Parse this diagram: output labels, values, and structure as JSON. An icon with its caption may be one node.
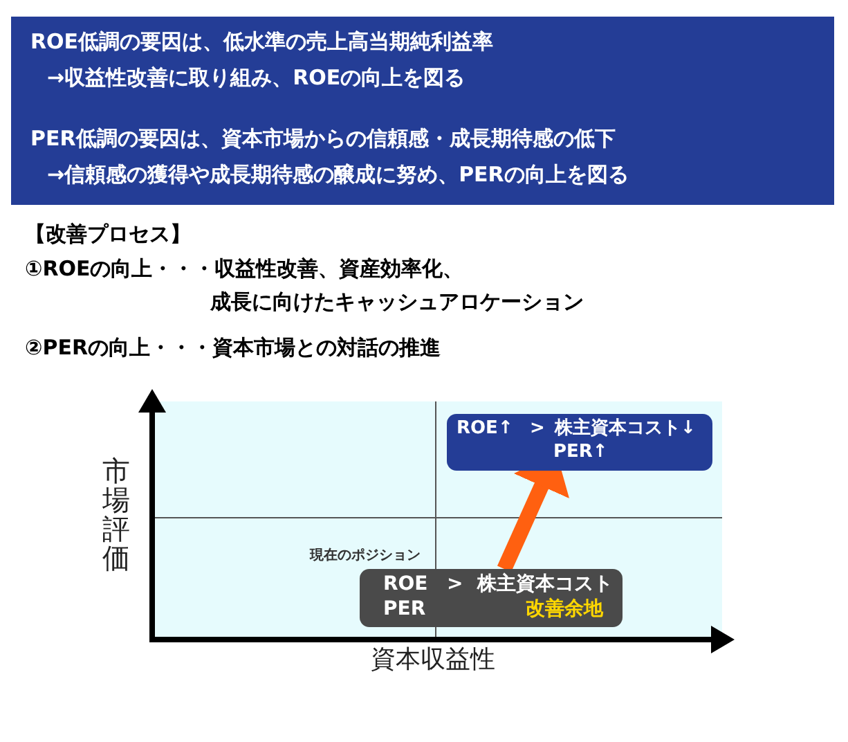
{
  "diagram": {
    "nodes": [
      {
        "text": [
          "ROE低調の要因は、低水準の売上高当期純利益率",
          "→収益性改善に取り組み、ROEの向上を図る",
          "PER低調の要因は、資本市場からの信頼感・成長期待感の低下",
          "→信頼感の獲得や成長期待感の醸成に努め、PERの向上を図る"
        ]
      },
      {
        "text": [
          "ROE",
          ">",
          "株主資本コスト",
          "PER",
          "改善余地"
        ],
        "beside": [
          "現在のポジション"
        ]
      },
      {
        "text": [
          "ROE↑",
          ">",
          "株主資本コスト↓",
          "PER↑"
        ]
      }
    ],
    "edges": [
      {
        "from": 1,
        "to": 2,
        "arrow": "to",
        "color": "#ff6010"
      }
    ],
    "labels": [
      "【改善プロセス】",
      "①ROEの向上・・・収益性改善、資産効率化、",
      "成長に向けたキャッシュアロケーション",
      "②PERの向上・・・資本市場との対話の推進",
      "市場評価",
      "資本収益性"
    ]
  }
}
